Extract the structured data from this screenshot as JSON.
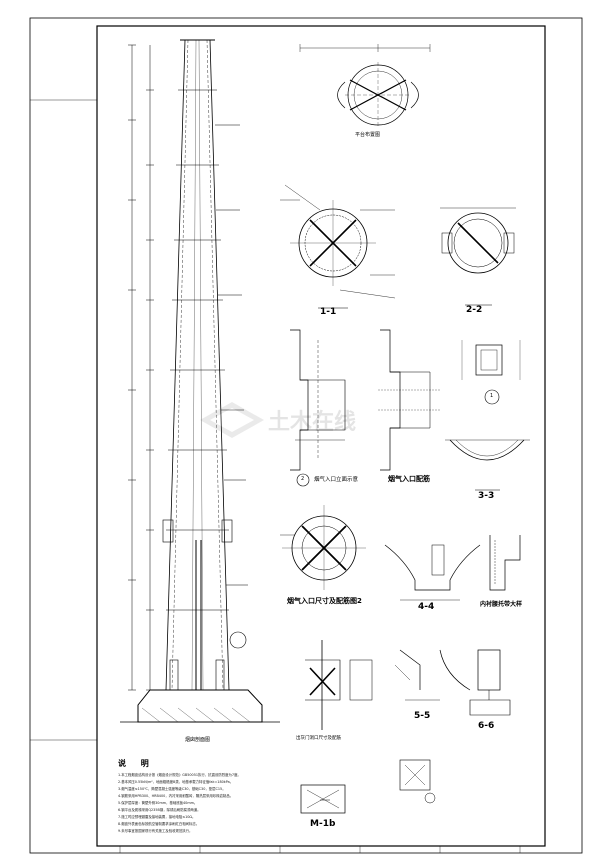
{
  "section_labels": {
    "s11": "1-1",
    "s22": "2-2",
    "s33": "3-3",
    "s44": "4-4",
    "s55": "5-5",
    "s66": "6-6",
    "m1b": "M-1b",
    "detail1": "1",
    "detail2": "2"
  },
  "captions": {
    "flue_inlet_detail": "烟气入口配筋",
    "inlet_size": "烟气入口尺寸及配筋图2",
    "liner_support": "内衬腰托带大样",
    "door_opening": "出灰门洞口尺寸及配筋",
    "chimney_section": "烟囱剖面图",
    "platform_plan": "平台布置图",
    "inlet_elev": "烟气入口立面示意",
    "notes_title": "说 明"
  },
  "watermark": "土木在线",
  "notes_lines": [
    "1.本工程烟囱结构设计按《烟囱设计规范》GB50051执行，抗震设防烈度为7度。",
    "2.基本风压0.55kN/m²，地面粗糙度B类，地基承载力特征值fak=180kPa。",
    "3.烟气温度≤150℃，筒壁混凝土强度等级C30，基础C30，垫层C15。",
    "4.钢筋采用HPB300、HRB400，内衬采用耐酸砖，隔热层采用珍珠岩制品。",
    "5.保护层厚度：筒壁外侧30mm，基础底板40mm。",
    "6.钢平台及爬梯采用Q235B钢，除锈后刷防腐漆两道。",
    "7.施工时应预埋避雷及接地装置，接地电阻≤10Ω。",
    "8.烟囱外表面色标按航空管制要求涂刷红白相间标志。",
    "9.未尽事宜按国家现行有关施工及验收规范执行。"
  ]
}
